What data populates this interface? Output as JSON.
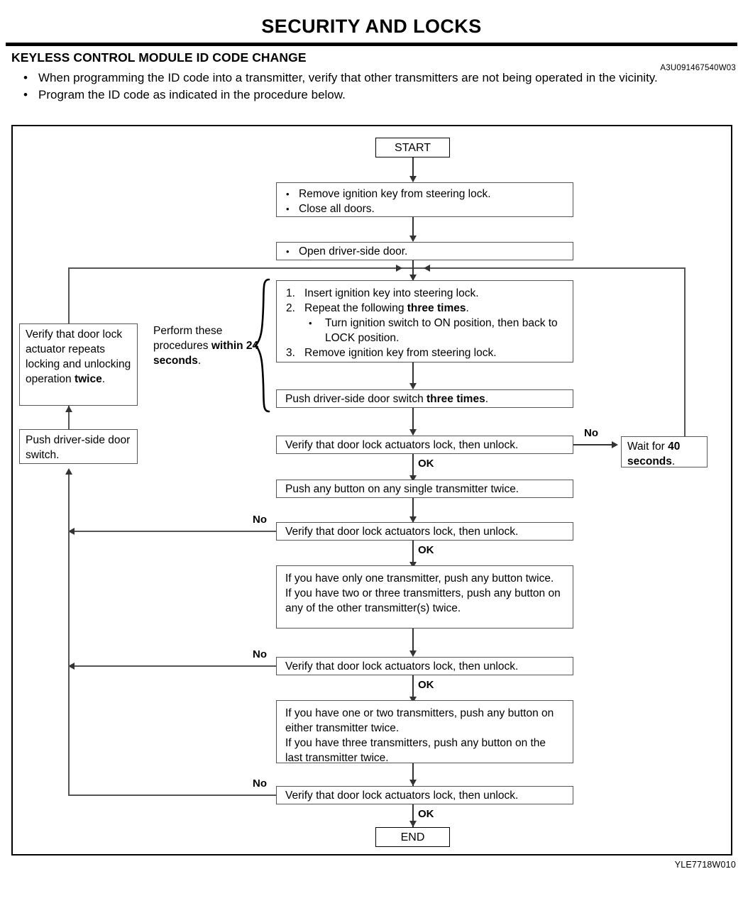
{
  "header": {
    "title": "SECURITY AND LOCKS",
    "section": "KEYLESS CONTROL MODULE ID CODE CHANGE",
    "doc_ref": "A3U091467540W03",
    "notes": [
      "When programming the ID code into a transmitter, verify that other transmitters are not being operated in the vicinity.",
      "Program the ID code as indicated in the procedure below."
    ],
    "bullet_glyph": "•"
  },
  "figure_ref": "YLE7718W010",
  "flow": {
    "start": "START",
    "end": "END",
    "step_prepare": {
      "items": [
        "Remove ignition key from steering lock.",
        "Close all doors."
      ]
    },
    "step_open_door": {
      "items": [
        "Open driver-side door."
      ]
    },
    "step_key_cycle": {
      "item1": "Insert ignition key into steering lock.",
      "item2_pre": "Repeat the following ",
      "item2_bold": "three times",
      "item2_post": ".",
      "item2_sub": "Turn ignition switch to ON position, then back to LOCK position.",
      "item3": "Remove ignition key from steering lock.",
      "num1": "1.",
      "num2": "2.",
      "num3": "3."
    },
    "step_push_switch_three": {
      "pre": "Push driver-side door switch ",
      "bold": "three times",
      "post": "."
    },
    "verify_1": "Verify that door lock actuators lock, then unlock.",
    "wait_box": {
      "pre": "Wait for ",
      "bold": "40 seconds",
      "post": "."
    },
    "step_push_single": "Push any button on any single transmitter twice.",
    "verify_2": "Verify that door lock actuators lock, then unlock.",
    "step_other_transmitters": {
      "line1": "If you have only one transmitter, push any button twice.",
      "line2": "If you have two or three transmitters, push any button on any of the other transmitter(s) twice."
    },
    "verify_3": "Verify that door lock actuators lock, then unlock.",
    "step_last_transmitter": {
      "line1": "If you have one or two transmitters, push any button on either transmitter twice.",
      "line2": "If you have three transmitters, push any button on the last transmitter twice."
    },
    "verify_4": "Verify that door lock actuators lock, then unlock.",
    "left_verify_actuator": {
      "pre": "Verify that door lock actuator repeats locking and unlocking operation ",
      "bold": "twice",
      "post": "."
    },
    "left_push_switch": "Push driver-side door switch.",
    "timing_note": {
      "pre": "Perform these procedures ",
      "bold": "within 24 seconds",
      "post": "."
    },
    "labels": {
      "ok": "OK",
      "no": "No"
    }
  }
}
